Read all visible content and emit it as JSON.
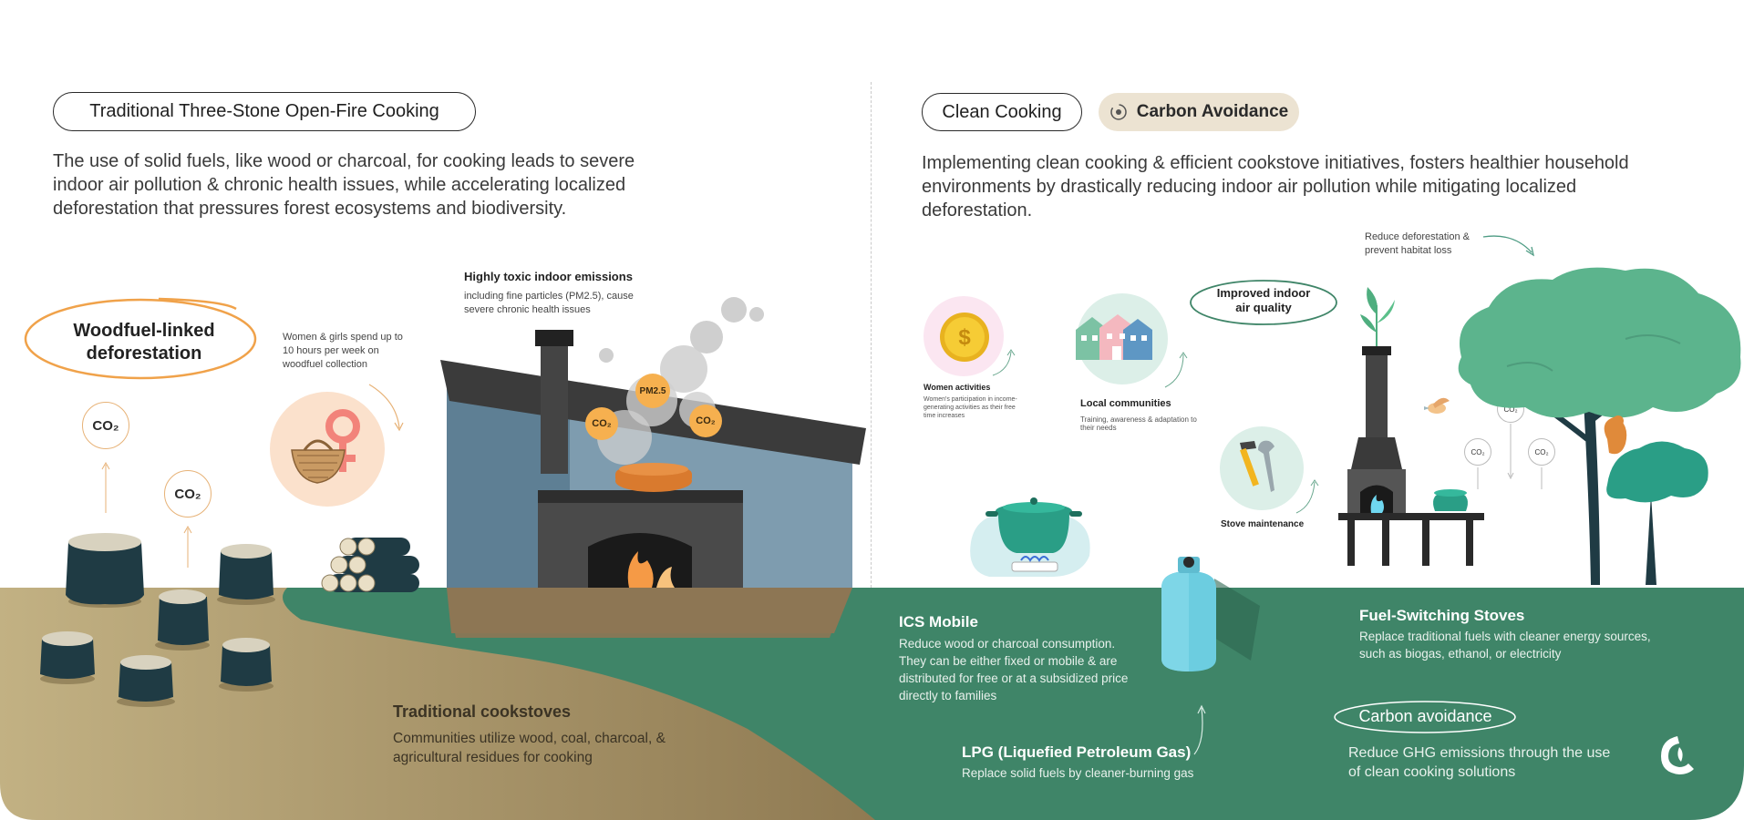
{
  "left": {
    "pill": "Traditional Three-Stone Open-Fire Cooking",
    "lead": "The use of solid fuels, like wood or charcoal, for cooking leads to severe indoor air pollution & chronic health issues, while accelerating localized deforestation that pressures forest ecosystems and biodiversity.",
    "woodfuel_title_1": "Woodfuel-linked",
    "woodfuel_title_2": "deforestation",
    "co2_label": "CO₂",
    "women_note": "Women & girls spend up to 10 hours per week on woodfuel collection",
    "emissions_title": "Highly toxic indoor emissions",
    "emissions_text": "including fine particles (PM2.5), cause severe chronic health issues",
    "pm_label": "PM2.5",
    "cookstoves_title": "Traditional cookstoves",
    "cookstoves_text": "Communities utilize wood, coal, charcoal, & agricultural residues for cooking"
  },
  "right": {
    "pill_clean": "Clean Cooking",
    "pill_carbon": "Carbon Avoidance",
    "lead": "Implementing clean cooking & efficient cookstove initiatives, fosters healthier household environments by drastically reducing indoor air pollution while mitigating localized deforestation.",
    "deforestation_note": "Reduce deforestation & prevent habitat loss",
    "air_quality_1": "Improved indoor",
    "air_quality_2": "air quality",
    "women_title": "Women activities",
    "women_text": "Women's participation in income-generating activities as their free time increases",
    "communities_title": "Local communities",
    "communities_text": "Training, awareness & adaptation to their needs",
    "maintenance_title": "Stove maintenance",
    "ics_title": "ICS Mobile",
    "ics_text": "Reduce wood or charcoal consumption. They can be either fixed or mobile & are distributed for free or at a subsidized price directly to families",
    "lpg_title": "LPG (Liquefied Petroleum Gas)",
    "lpg_text": "Replace solid fuels by cleaner-burning gas",
    "fuel_title": "Fuel-Switching Stoves",
    "fuel_text": "Replace traditional fuels with cleaner energy sources, such as biogas, ethanol, or electricity",
    "carbon_title": "Carbon avoidance",
    "carbon_text": "Reduce GHG emissions through the use of clean cooking solutions",
    "co2_label": "CO₂"
  },
  "colors": {
    "ground_green": "#3f8568",
    "ground_sand": "#b8a57a",
    "accent_orange": "#f0a24a",
    "tree_green": "#5cb48d",
    "dark_teal": "#1f3b44"
  },
  "icons": [
    "coin-icon",
    "houses-icon",
    "tools-icon",
    "female-symbol-icon",
    "basket-icon",
    "gas-cylinder-icon",
    "cooking-pot-icon",
    "logo-icon"
  ]
}
